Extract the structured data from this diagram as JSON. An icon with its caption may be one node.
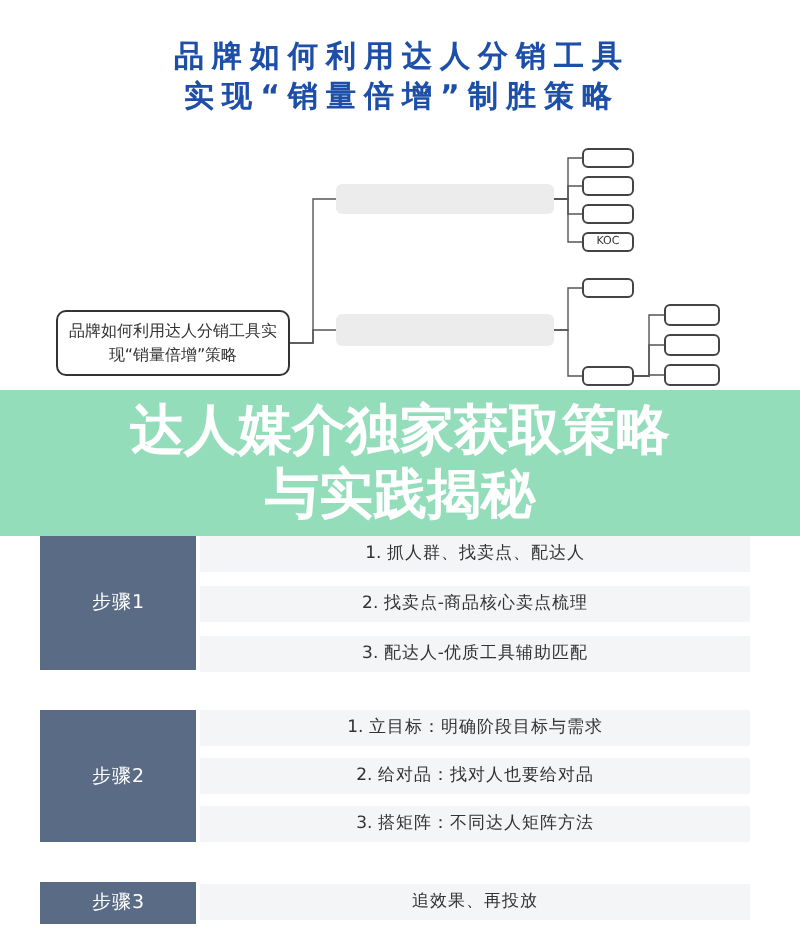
{
  "diagram": {
    "title": "品牌如何利用达人分销工具实现“销量倍增”制胜策略",
    "nodes": [
      {
        "text": [
          "品牌如何利用达人分销工具实现“销量倍增”策略"
        ]
      },
      {
        "text": [],
        "shape": "box"
      },
      {
        "text": [],
        "shape": "box"
      },
      {
        "text": [],
        "shape": "box"
      },
      {
        "text": [],
        "shape": "box"
      },
      {
        "text": [
          "KOC"
        ]
      },
      {
        "text": [],
        "shape": "box"
      },
      {
        "text": [],
        "shape": "box"
      },
      {
        "text": [],
        "shape": "box"
      },
      {
        "text": [],
        "shape": "box"
      },
      {
        "text": [],
        "shape": "box"
      },
      {
        "text": [],
        "shape": "box"
      }
    ],
    "edges": [
      {
        "from": 0,
        "to": 1,
        "arrow": "none"
      },
      {
        "from": 0,
        "to": 6,
        "arrow": "none"
      },
      {
        "from": 1,
        "to": 2,
        "arrow": "none"
      },
      {
        "from": 1,
        "to": 3,
        "arrow": "none"
      },
      {
        "from": 1,
        "to": 4,
        "arrow": "none"
      },
      {
        "from": 1,
        "to": 5,
        "arrow": "none"
      },
      {
        "from": 6,
        "to": 7,
        "arrow": "none"
      },
      {
        "from": 6,
        "to": 8,
        "arrow": "none"
      },
      {
        "from": 8,
        "to": 9,
        "arrow": "none"
      },
      {
        "from": 8,
        "to": 10,
        "arrow": "none"
      },
      {
        "from": 8,
        "to": 11,
        "arrow": "none"
      }
    ],
    "labels": [
      "达人媒介独家获取策略与实践揭秘",
      "步骤1",
      "1. 抓人群、找卖点、配达人",
      "2. 找卖点-商品核心卖点梳理",
      "3. 配达人-优质工具辅助匹配",
      "步骤2",
      "1. 立目标：明确阶段目标与需求",
      "2. 给对品：找对人也要给对品",
      "3. 搭矩阵：不同达人矩阵方法",
      "步骤3",
      "追效果、再投放"
    ]
  }
}
